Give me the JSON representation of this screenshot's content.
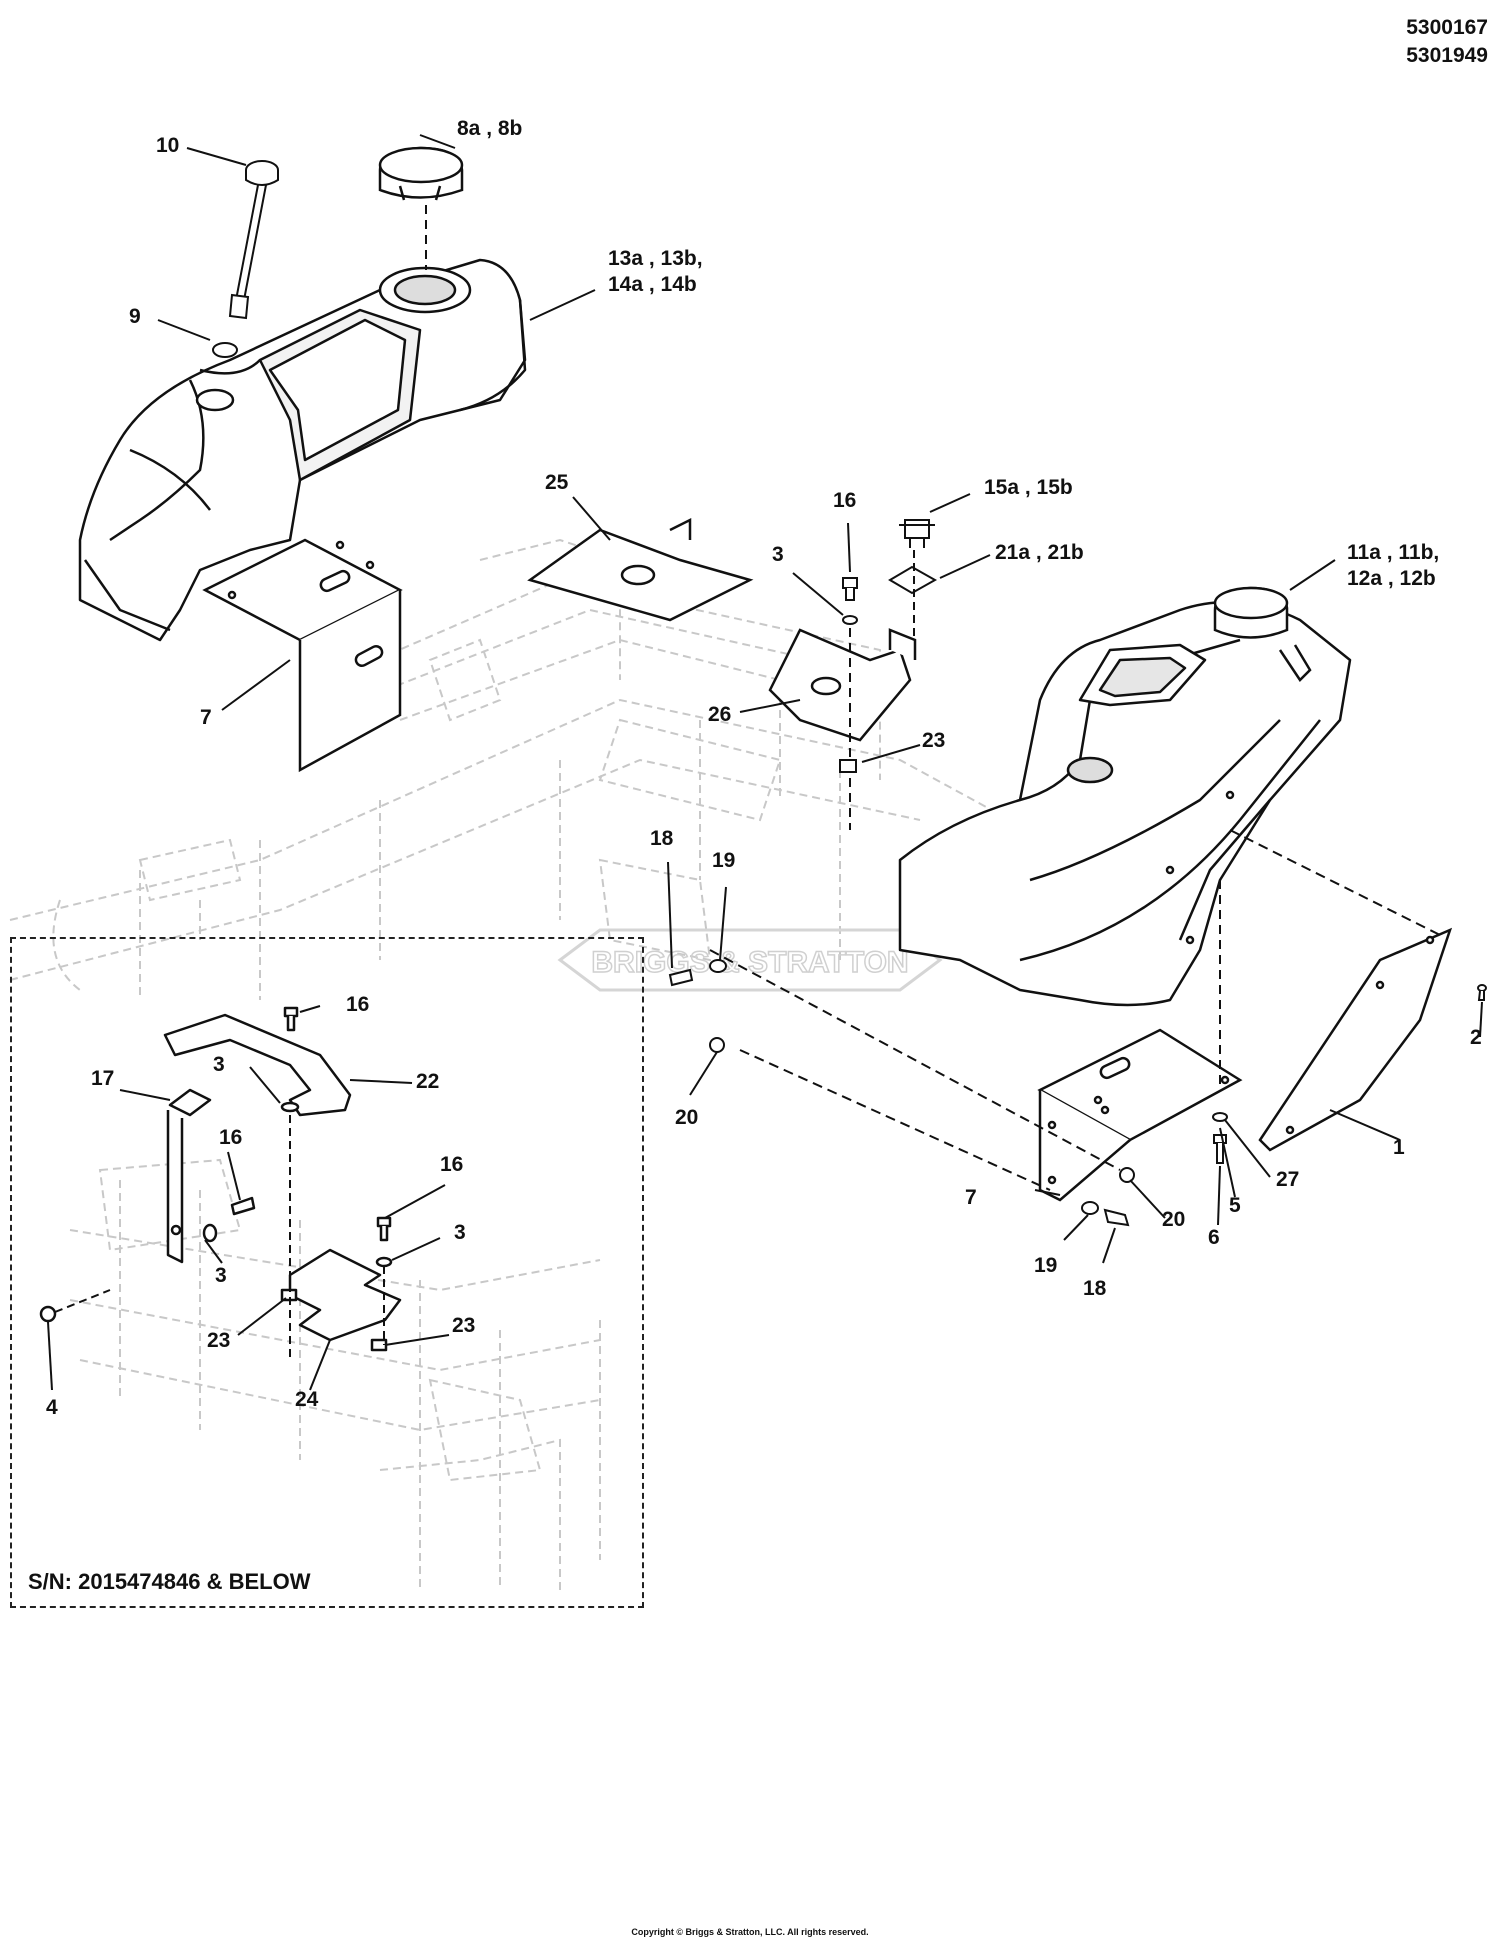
{
  "document_numbers": [
    "5300167",
    "5301949"
  ],
  "callouts": {
    "c10": "10",
    "c8": "8a , 8b",
    "c13": "13a , 13b,\n14a , 14b",
    "c9": "9",
    "c25": "25",
    "c16a": "16",
    "c15": "15a , 15b",
    "c3a": "3",
    "c21": "21a , 21b",
    "c11": "11a , 11b,\n12a , 12b",
    "c7a": "7",
    "c26": "26",
    "c23a": "23",
    "c18a": "18",
    "c19a": "19",
    "c2": "2",
    "c16b": "16",
    "c3b": "3",
    "c22": "22",
    "c17": "17",
    "c16c": "16",
    "c20a": "20",
    "c16d": "16",
    "c3c": "3",
    "c3d": "3",
    "c1": "1",
    "c27": "27",
    "c5": "5",
    "c7b": "7",
    "c20b": "20",
    "c6": "6",
    "c19b": "19",
    "c18b": "18",
    "c23b": "23",
    "c23c": "23",
    "c24": "24",
    "c4": "4"
  },
  "inset_label": "S/N: 2015474846 & BELOW",
  "watermark": "BRIGGS & STRATTON",
  "copyright": "Copyright © Briggs & Stratton, LLC. All rights reserved."
}
